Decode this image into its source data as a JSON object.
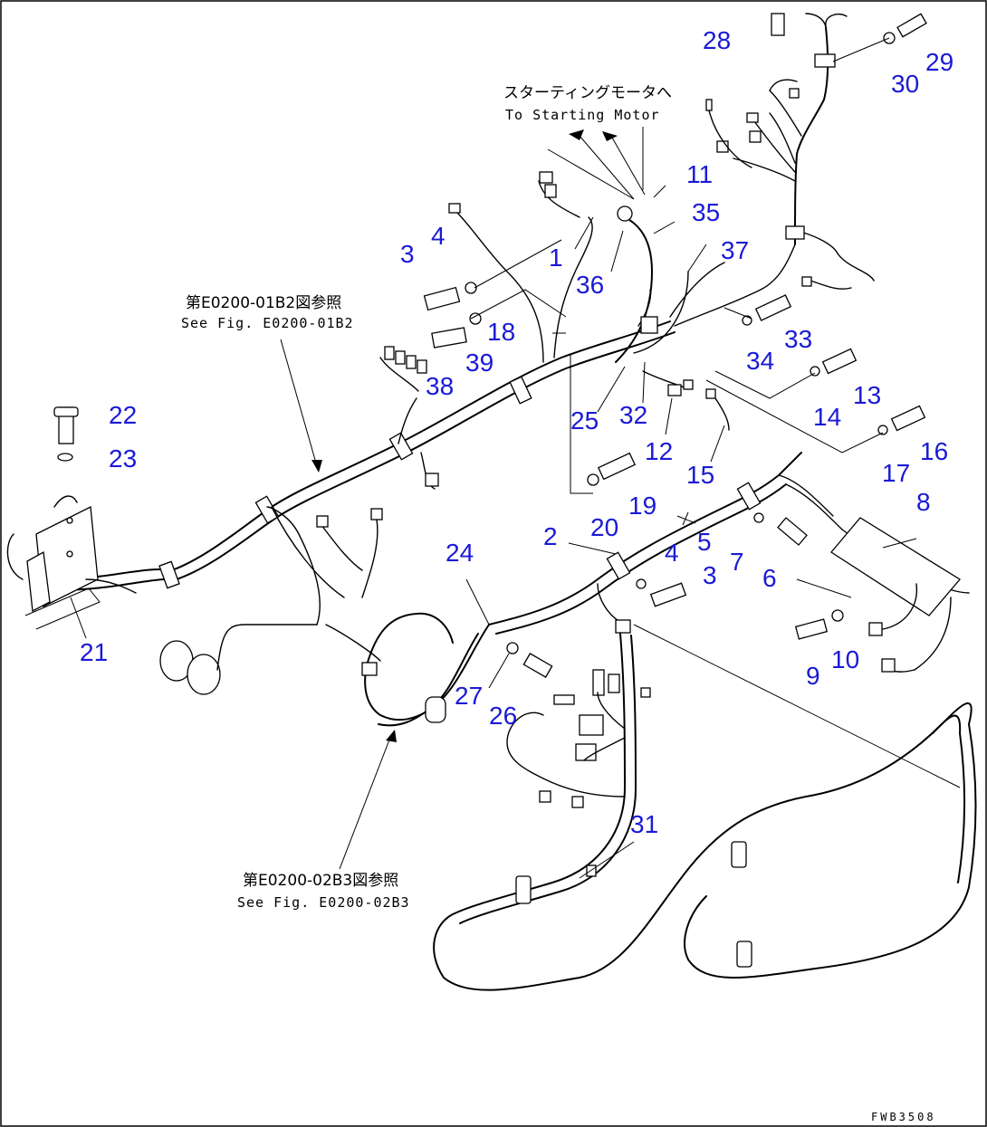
{
  "diagram": {
    "callouts": [
      "1",
      "2",
      "3",
      "3",
      "4",
      "4",
      "5",
      "6",
      "7",
      "8",
      "9",
      "10",
      "11",
      "12",
      "13",
      "14",
      "15",
      "16",
      "17",
      "18",
      "19",
      "20",
      "21",
      "22",
      "23",
      "24",
      "25",
      "26",
      "27",
      "28",
      "29",
      "30",
      "31",
      "32",
      "33",
      "34",
      "35",
      "36",
      "37",
      "38",
      "39"
    ],
    "notes": {
      "starter_jp": "スターティングモータへ",
      "starter_en": "To Starting Motor",
      "ref1_jp": "第E0200-01B2図参照",
      "ref1_en": "See Fig. E0200-01B2",
      "ref2_jp": "第E0200-02B3図参照",
      "ref2_en": "See Fig. E0200-02B3"
    },
    "figure_code": "FWB3508",
    "colors": {
      "callout": "#1a1ad6",
      "line": "#000000",
      "background": "#ffffff"
    }
  }
}
